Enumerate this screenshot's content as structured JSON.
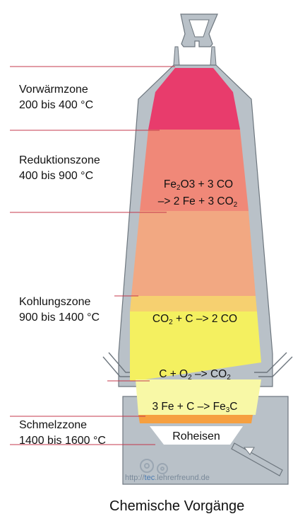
{
  "zones": [
    {
      "id": "vorwaerm",
      "name": "Vorwärmzone",
      "temp": "200 bis 400 °C"
    },
    {
      "id": "reduktion",
      "name": "Reduktionszone",
      "temp": "400 bis 900 °C"
    },
    {
      "id": "kohlung",
      "name": "Kohlungszone",
      "temp": "900 bis 1400 °C"
    },
    {
      "id": "schmelz",
      "name": "Schmelzzone",
      "temp": "1400 bis 1600 °C"
    }
  ],
  "reactions": {
    "r1_line1": {
      "a": "Fe",
      "a_sub": "2",
      "b": "O3 + 3 CO"
    },
    "r1_line2": {
      "a": "–> 2 Fe + 3 CO",
      "a_sub": "2"
    },
    "r2": {
      "a": "CO",
      "a_sub": "2",
      "b": " + C –> 2 CO"
    },
    "r3": {
      "a": "C + O",
      "a_sub": "2",
      "b": " –> CO",
      "b_sub": "2"
    },
    "r4": {
      "a": "3 Fe + C –> Fe",
      "a_sub": "3",
      "b": "C"
    }
  },
  "product": "Roheisen",
  "watermark": {
    "prefix": "http://",
    "accent": "tec",
    "suffix": ".lehrerfreund.de"
  },
  "caption": "Chemische Vorgänge",
  "colors": {
    "wall": "#b9c1c8",
    "wall_stroke": "#6d767e",
    "pointer": "#c4384c",
    "vorwaerm": "#e83c6c",
    "reduktion": "#f08878",
    "reduktion_low": "#f2a882",
    "kohlung_band": "#f6d070",
    "kohlung": "#f4f060",
    "lower": "#f8f8a6",
    "schmelz_band": "#f6a040",
    "roheisen": "#ffffff"
  }
}
